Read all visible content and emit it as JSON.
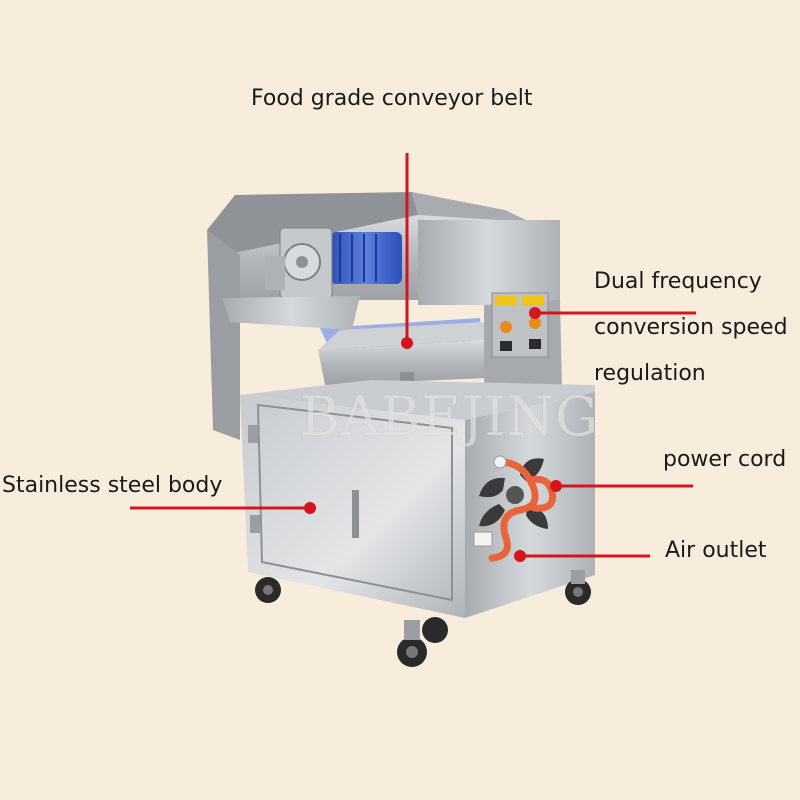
{
  "labels": {
    "conveyor_belt": "Food grade conveyor belt",
    "speed_line1": "Dual frequency",
    "speed_line2": "conversion speed",
    "speed_line3": "regulation",
    "power_cord": "power cord",
    "air_outlet": "Air outlet",
    "body": "Stainless steel body"
  },
  "watermark": "BABEJING",
  "colors": {
    "background": "#f8eddc",
    "callout_line": "#d4151b",
    "steel": "#b9bcc0",
    "belt": "#3a62c9",
    "power_cord": "#e8643a"
  }
}
